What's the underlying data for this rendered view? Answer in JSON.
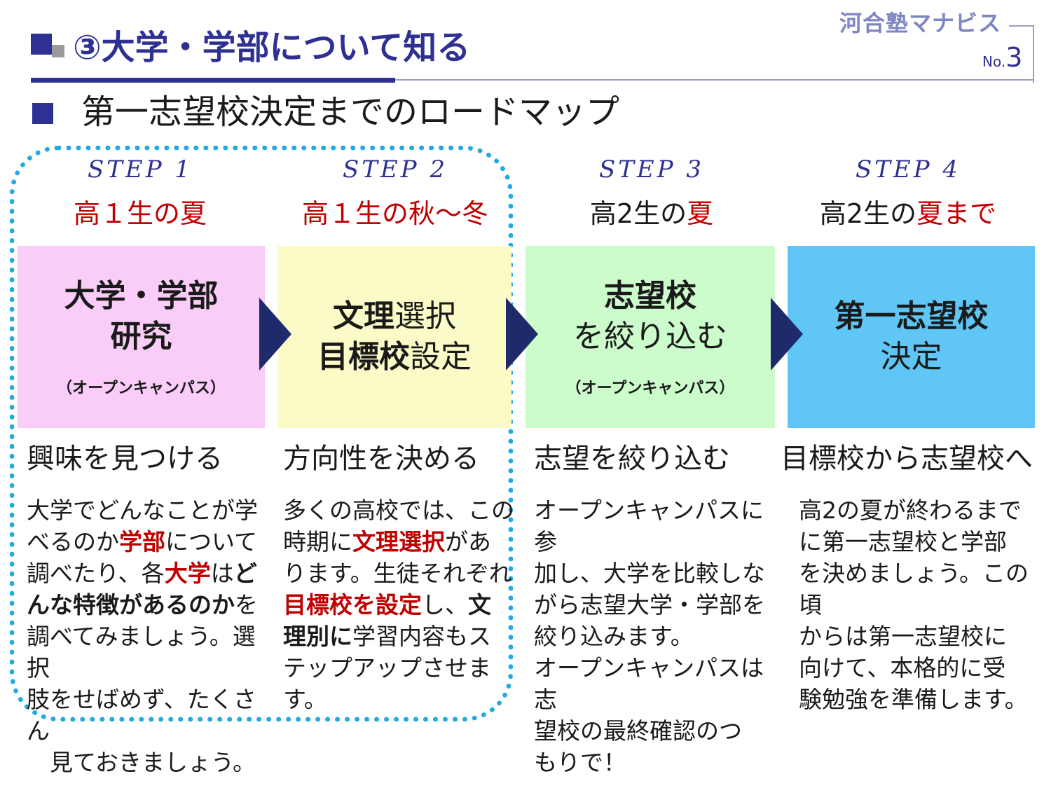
{
  "header": {
    "title": "③大学・学部について知る",
    "logo": "河合塾マナビス",
    "page_no_label": "No.",
    "page_no": "3",
    "subtitle": "第一志望校決定までのロードマップ"
  },
  "steps": [
    {
      "step": "STEP 1",
      "period_plain": "",
      "period_red": "高１生の夏",
      "box_lines": [
        "大学・学部",
        "研究"
      ],
      "box_note": "（オープンキャンパス）",
      "heading": "興味を見つける",
      "body": [
        {
          "t": "大学でどんなことが学\nべるのか",
          "s": ""
        },
        {
          "t": "学部",
          "s": "red"
        },
        {
          "t": "について\n調べたり、各",
          "s": ""
        },
        {
          "t": "大学",
          "s": "red"
        },
        {
          "t": "は",
          "s": ""
        },
        {
          "t": "ど\nんな特徴があるのか",
          "s": "bold"
        },
        {
          "t": "を\n調べてみましょう。選択\n肢をせばめず、たくさん\n　見ておきましょう。",
          "s": ""
        }
      ]
    },
    {
      "step": "STEP 2",
      "period_plain": "",
      "period_red": "高１生の秋～冬",
      "box_line1_bold": "文理",
      "box_line1_plain": "選択",
      "box_line2_bold": "目標校",
      "box_line2_plain": "設定",
      "heading": "方向性を決める",
      "body": [
        {
          "t": "多くの高校では、この\n時期に",
          "s": ""
        },
        {
          "t": "文理選択",
          "s": "red"
        },
        {
          "t": "があ\nります。生徒それぞれ\n",
          "s": ""
        },
        {
          "t": "目標校を設定",
          "s": "red"
        },
        {
          "t": "し、",
          "s": ""
        },
        {
          "t": "文\n理別に",
          "s": "bold"
        },
        {
          "t": "学習内容もス\nテップアップさせます。",
          "s": ""
        }
      ]
    },
    {
      "step": "STEP 3",
      "period_plain": "高2生の",
      "period_red": "夏",
      "box_line1_bold": "志望校",
      "box_line2_plain": "を絞り込む",
      "box_note": "（オープンキャンパス）",
      "heading": "志望を絞り込む",
      "body": [
        {
          "t": "オープンキャンパスに参\n加し、大学を比較しな\nがら志望大学・学部を\n絞り込みます。\nオープンキャンパスは志\n望校の最終確認のつ\nもりで！",
          "s": ""
        }
      ]
    },
    {
      "step": "STEP 4",
      "period_plain": "高2生の",
      "period_red": "夏まで",
      "box_line1_bold": "第一志望校",
      "box_line2_plain": "決定",
      "heading": "目標校から志望校へ",
      "body": [
        {
          "t": "高2の夏が終わるまで\nに第一志望校と学部\nを決めましょう。この頃\nからは第一志望校に\n向けて、本格的に受\n験勉強を準備します。",
          "s": ""
        }
      ]
    }
  ],
  "colors": {
    "navy": "#2e3192",
    "red": "#c00000",
    "dotted_border": "#23a9e1",
    "arrow": "#1f2a6b",
    "box1": "#f9cdf7",
    "box2": "#fbfbc8",
    "box3": "#ccfbcc",
    "box4": "#5fc6f5"
  }
}
